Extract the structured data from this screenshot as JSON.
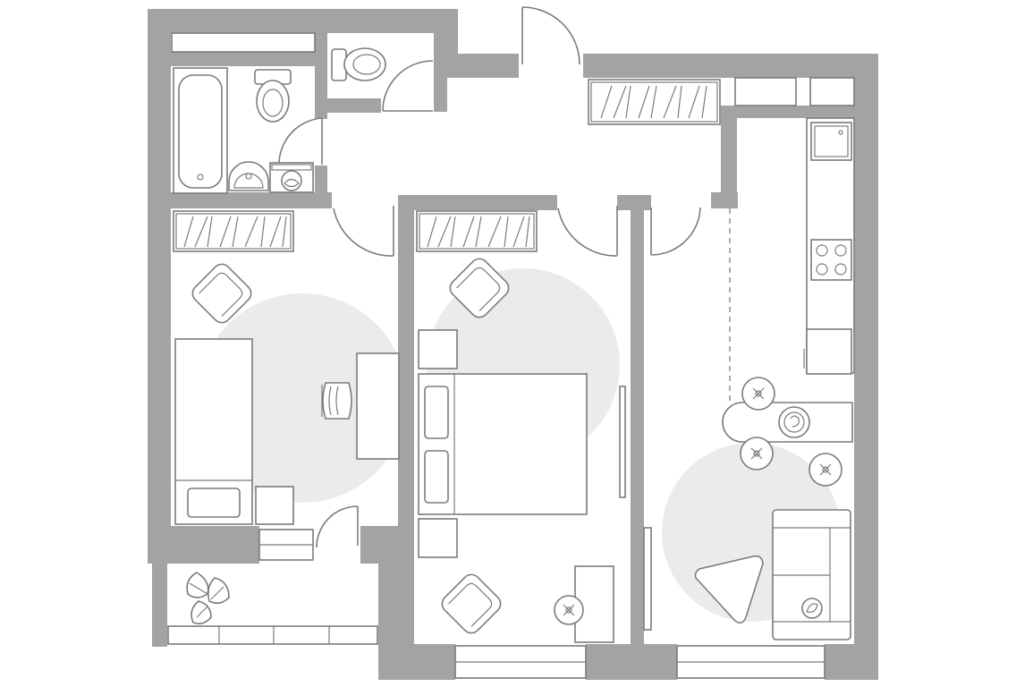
{
  "plan": {
    "colors": {
      "wall": "#a3a3a3",
      "line": "#7b7b7b",
      "rug": "#ebebeb",
      "background": "#ffffff"
    },
    "rooms": [
      {
        "id": "bathroom",
        "icons": [
          "bathtub-icon",
          "toilet-icon",
          "sink-icon",
          "washing-machine-icon"
        ]
      },
      {
        "id": "wc",
        "icons": [
          "toilet-icon"
        ]
      },
      {
        "id": "hallway",
        "icons": [
          "wardrobe-icon"
        ]
      },
      {
        "id": "bedroom-1",
        "icons": [
          "wardrobe-icon",
          "armchair-icon",
          "single-bed-icon",
          "desk-icon",
          "chair-icon",
          "nightstand-icon"
        ]
      },
      {
        "id": "bedroom-2",
        "icons": [
          "wardrobe-icon",
          "armchair-icon",
          "double-bed-icon",
          "nightstand-icon",
          "desk-icon",
          "stool-icon"
        ]
      },
      {
        "id": "kitchen-living",
        "icons": [
          "sink-icon",
          "stove-icon",
          "dining-bar-icon",
          "bar-stool-icon",
          "sofa-icon",
          "coffee-table-icon"
        ]
      },
      {
        "id": "balcony",
        "icons": [
          "plant-icon"
        ]
      }
    ]
  }
}
